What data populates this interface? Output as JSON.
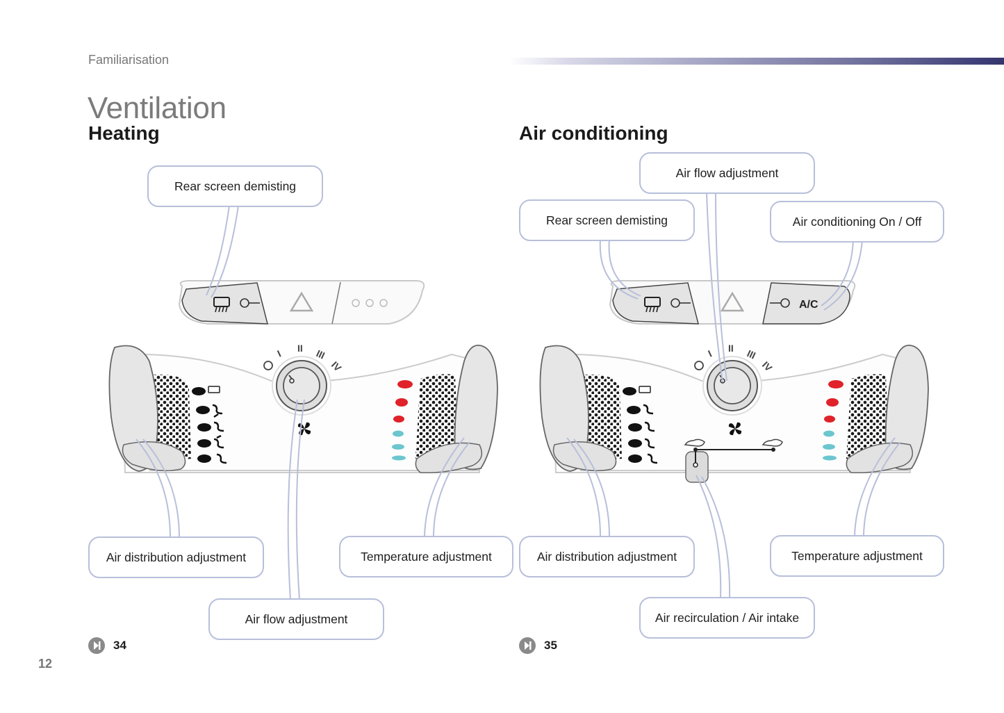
{
  "header": {
    "section": "Familiarisation",
    "title": "Ventilation"
  },
  "heating": {
    "heading": "Heating",
    "callouts": {
      "rear_screen": "Rear screen demisting",
      "air_distribution": "Air distribution adjustment",
      "air_flow": "Air flow adjustment",
      "temperature": "Temperature adjustment"
    },
    "reference_page": "34"
  },
  "air_conditioning": {
    "heading": "Air conditioning",
    "callouts": {
      "air_flow": "Air flow adjustment",
      "rear_screen": "Rear screen demisting",
      "ac_on_off": "Air conditioning On / Off",
      "air_distribution": "Air distribution adjustment",
      "temperature": "Temperature adjustment",
      "recirculation": "Air recirculation / Air intake"
    },
    "reference_page": "35",
    "ac_button_label": "A/C"
  },
  "fan_speed_labels": [
    "0",
    "I",
    "II",
    "III",
    "IV"
  ],
  "page_number": "12",
  "colors": {
    "accent_bar": "#3f3f78",
    "callout_border": "#b7bfda",
    "hot": "#e0222a",
    "cold": "#6cc6cf"
  }
}
